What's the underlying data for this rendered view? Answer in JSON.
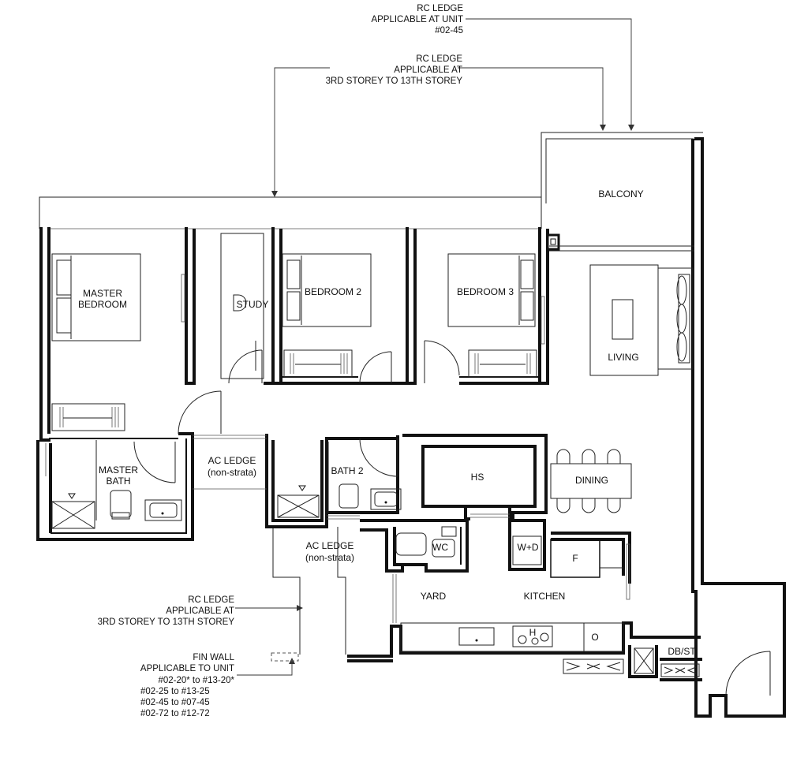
{
  "rooms": {
    "balcony": "BALCONY",
    "master_bedroom_1": "MASTER",
    "master_bedroom_2": "BEDROOM",
    "study": "STUDY",
    "bedroom2": "BEDROOM 2",
    "bedroom3": "BEDROOM 3",
    "living": "LIVING",
    "master_bath_1": "MASTER",
    "master_bath_2": "BATH",
    "ac_ledge_top_1": "AC LEDGE",
    "ac_ledge_top_2": "(non-strata)",
    "bath2": "BATH 2",
    "hs": "HS",
    "dining": "DINING",
    "ac_ledge_bottom_1": "AC LEDGE",
    "ac_ledge_bottom_2": "(non-strata)",
    "wc": "WC",
    "wd": "W+D",
    "fridge": "F",
    "yard": "YARD",
    "kitchen": "KITCHEN",
    "hob": "H",
    "oven": "O",
    "dbst": "DB/ST"
  },
  "annotations": {
    "rc_ledge_unit": [
      "RC LEDGE",
      "APPLICABLE AT UNIT",
      "#02-45"
    ],
    "rc_ledge_storey_top": [
      "RC LEDGE",
      "APPLICABLE AT",
      "3RD STOREY TO 13TH STOREY"
    ],
    "rc_ledge_storey_bottom": [
      "RC LEDGE",
      "APPLICABLE AT",
      "3RD STOREY TO 13TH STOREY"
    ],
    "fin_wall": [
      "FIN WALL",
      "APPLICABLE TO UNIT",
      "#02-20* to #13-20*",
      "#02-25   to #13-25",
      "#02-45   to #07-45",
      "#02-72   to #12-72"
    ]
  }
}
